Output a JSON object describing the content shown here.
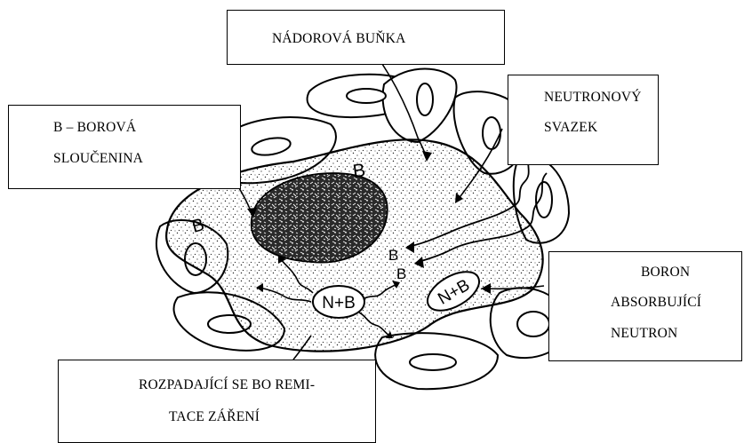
{
  "labels": {
    "tumor_cell": "NÁDOROVÁ BUŇKA",
    "neutron_beam_line1": "NEUTRONOVÝ",
    "neutron_beam_line2": "SVAZEK",
    "boron_compound_line1": "B – BOROVÁ",
    "boron_compound_line2": "SLOUČENINA",
    "boron_absorbing_line1": "BORON",
    "boron_absorbing_line2": "ABSORBUJÍCÍ",
    "boron_absorbing_line3": "NEUTRON",
    "decay_line1": "ROZPADAJÍCÍ SE BO REMI-",
    "decay_line2": "TACE ZÁŘENÍ"
  },
  "diagram_marks": {
    "boron_atom": "B",
    "capture_event": "N+B"
  }
}
